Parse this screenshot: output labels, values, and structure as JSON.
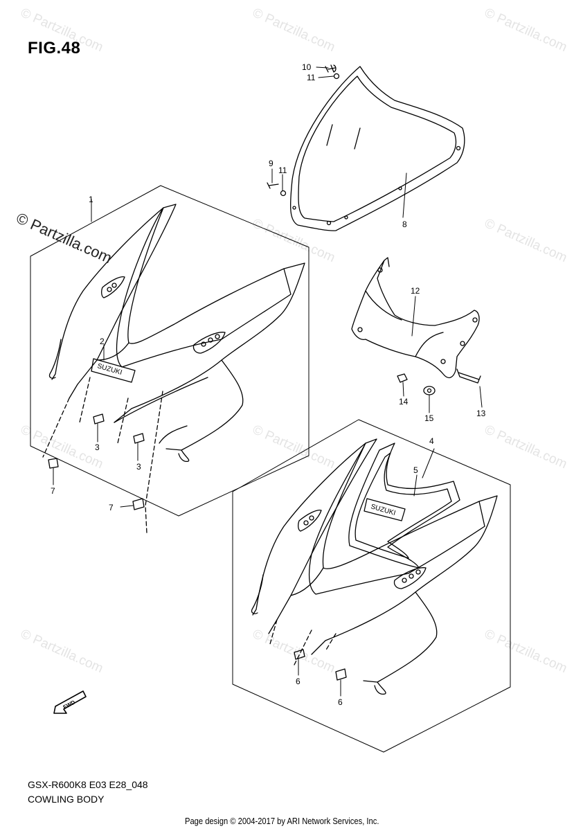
{
  "figure": {
    "title": "FIG.48",
    "model_code": "GSX-R600K8 E03 E28_048",
    "section_name": "COWLING BODY",
    "footer": "Page design © 2004-2017 by ARI Network Services, Inc.",
    "watermark": "© Partzilla.com",
    "fwd_label": "FWD",
    "brand_decal": "SUZUKI"
  },
  "callouts": {
    "c1": "1",
    "c2": "2",
    "c3a": "3",
    "c3b": "3",
    "c4": "4",
    "c5": "5",
    "c6a": "6",
    "c6b": "6",
    "c7a": "7",
    "c7b": "7",
    "c8": "8",
    "c9": "9",
    "c10": "10",
    "c11a": "11",
    "c11b": "11",
    "c12": "12",
    "c13": "13",
    "c14": "14",
    "c15": "15"
  },
  "colors": {
    "line": "#000000",
    "watermark": "#e4e4e4",
    "fill": "#ffffff"
  }
}
